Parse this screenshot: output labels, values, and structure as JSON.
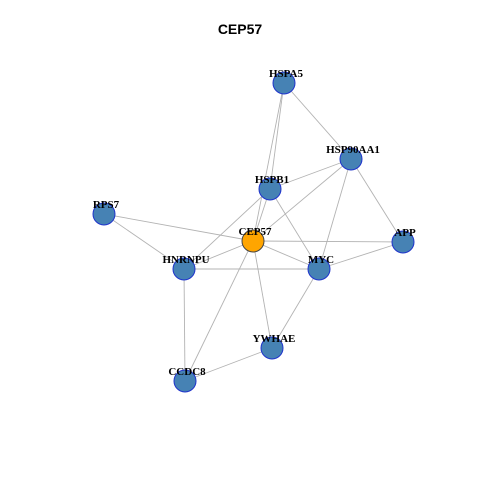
{
  "title": "CEP57",
  "colors": {
    "node_fill": "#4682B4",
    "node_stroke": "#1F33CC",
    "center_fill": "#FFA500",
    "center_stroke": "#444444",
    "edge": "#B3B3B3"
  },
  "nodes": [
    {
      "id": "HSPA5",
      "label": "HSPA5",
      "center": false
    },
    {
      "id": "HSP90AA1",
      "label": "HSP90AA1",
      "center": false
    },
    {
      "id": "HSPB1",
      "label": "HSPB1",
      "center": false
    },
    {
      "id": "RPS7",
      "label": "RPS7",
      "center": false
    },
    {
      "id": "CEP57",
      "label": "CEP57",
      "center": true
    },
    {
      "id": "APP",
      "label": "APP",
      "center": false
    },
    {
      "id": "HNRNPU",
      "label": "HNRNPU",
      "center": false
    },
    {
      "id": "MYC",
      "label": "MYC",
      "center": false
    },
    {
      "id": "YWHAE",
      "label": "YWHAE",
      "center": false
    },
    {
      "id": "CCDC8",
      "label": "CCDC8",
      "center": false
    }
  ],
  "edges": [
    [
      "HSPA5",
      "HSPB1"
    ],
    [
      "HSPA5",
      "CEP57"
    ],
    [
      "HSPA5",
      "HSP90AA1"
    ],
    [
      "HSP90AA1",
      "HSPB1"
    ],
    [
      "HSP90AA1",
      "CEP57"
    ],
    [
      "HSP90AA1",
      "MYC"
    ],
    [
      "HSP90AA1",
      "APP"
    ],
    [
      "HSPB1",
      "HNRNPU"
    ],
    [
      "HSPB1",
      "CEP57"
    ],
    [
      "HSPB1",
      "MYC"
    ],
    [
      "RPS7",
      "CEP57"
    ],
    [
      "RPS7",
      "HNRNPU"
    ],
    [
      "CEP57",
      "APP"
    ],
    [
      "CEP57",
      "HNRNPU"
    ],
    [
      "CEP57",
      "MYC"
    ],
    [
      "CEP57",
      "YWHAE"
    ],
    [
      "CEP57",
      "CCDC8"
    ],
    [
      "HNRNPU",
      "MYC"
    ],
    [
      "HNRNPU",
      "CCDC8"
    ],
    [
      "MYC",
      "APP"
    ],
    [
      "MYC",
      "YWHAE"
    ],
    [
      "YWHAE",
      "CCDC8"
    ]
  ]
}
